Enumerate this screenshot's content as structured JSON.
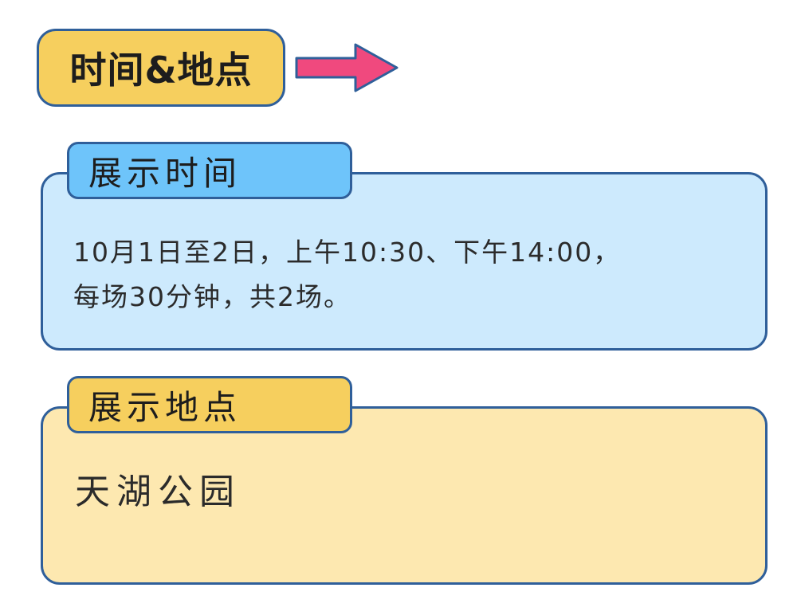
{
  "header": {
    "title": "时间&地点"
  },
  "sections": [
    {
      "tab_label": "展示时间",
      "lines": [
        "10月1日至2日，上午10:30、下午14:00，",
        "每场30分钟，共2场。"
      ]
    },
    {
      "tab_label": "展示地点",
      "lines": [
        "天湖公园"
      ]
    }
  ],
  "icons": {
    "header_arrow": "arrow-right-icon"
  },
  "colors": {
    "title_badge": "#f6cf5e",
    "arrow": "#f0497e",
    "time_tab": "#6ec4fa",
    "time_card": "#cdeafd",
    "place_tab": "#f6cf5e",
    "place_card": "#fde8b0",
    "border": "#2f5f9a"
  }
}
